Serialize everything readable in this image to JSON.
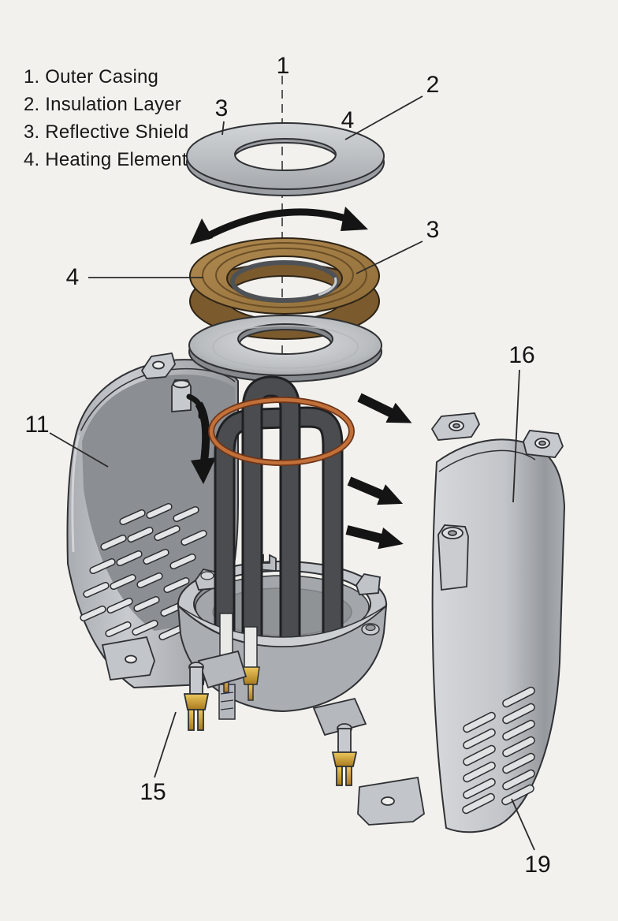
{
  "title": "Exploded view diagram of a cylindrical heating element assembly",
  "legend": {
    "items": [
      "1. Outer Casing",
      "2. Insulation Layer",
      "3. Reflective Shield",
      "4. Heating Element"
    ]
  },
  "labels": {
    "center_axis": "1",
    "top_plate": "2",
    "top_shield": "3",
    "top_plate_surface": "4",
    "shield_ring": "3",
    "insulation_ring": "4",
    "left_casing_half": "11",
    "terminal_pins": "15",
    "right_casing_half": "16",
    "vented_panel": "19"
  },
  "colors": {
    "background": "#f2f1ee",
    "metal_light": "#cdd0d3",
    "metal_mid": "#aeb1b5",
    "metal_dark": "#8b8f93",
    "outline": "#2f3134",
    "insulation_brown": "#a07c46",
    "heater_tube": "#4a4c4f",
    "copper_ring": "#c2703a",
    "brass_terminal": "#cf9b2f",
    "arrow_black": "#141414"
  }
}
